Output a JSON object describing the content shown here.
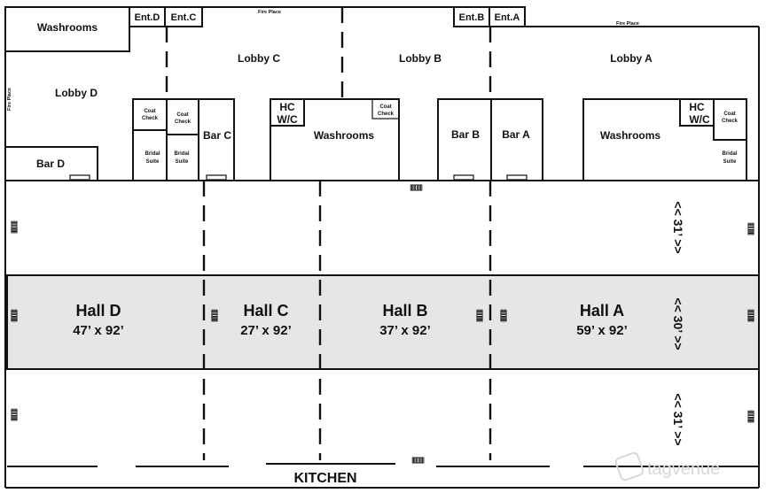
{
  "lobbies": {
    "a": "Lobby A",
    "b": "Lobby B",
    "c": "Lobby C",
    "d": "Lobby D"
  },
  "entrances": {
    "a": "Ent.A",
    "b": "Ent.B",
    "c": "Ent.C",
    "d": "Ent.D"
  },
  "fire_place": "Fire Place",
  "washrooms": "Washrooms",
  "hc_wc": {
    "line1": "HC",
    "line2": "W/C"
  },
  "coat_check": {
    "line1": "Coat",
    "line2": "Check"
  },
  "bridal_suite": {
    "line1": "Bridal",
    "line2": "Suite"
  },
  "bars": {
    "a": "Bar A",
    "b": "Bar B",
    "c": "Bar C",
    "d": "Bar D"
  },
  "halls": [
    {
      "name": "Hall D",
      "size": "47’ x 92’"
    },
    {
      "name": "Hall C",
      "size": "27’ x 92’"
    },
    {
      "name": "Hall B",
      "size": "37’ x 92’"
    },
    {
      "name": "Hall A",
      "size": "59’ x 92’"
    }
  ],
  "dimensions": {
    "upper": "<< 31’ >>",
    "middle": "<< 30’ >>",
    "lower": "<< 31’ >>"
  },
  "kitchen": "KITCHEN",
  "door_marker": "[[[[[]]]]]",
  "watermark": "tagvenue"
}
